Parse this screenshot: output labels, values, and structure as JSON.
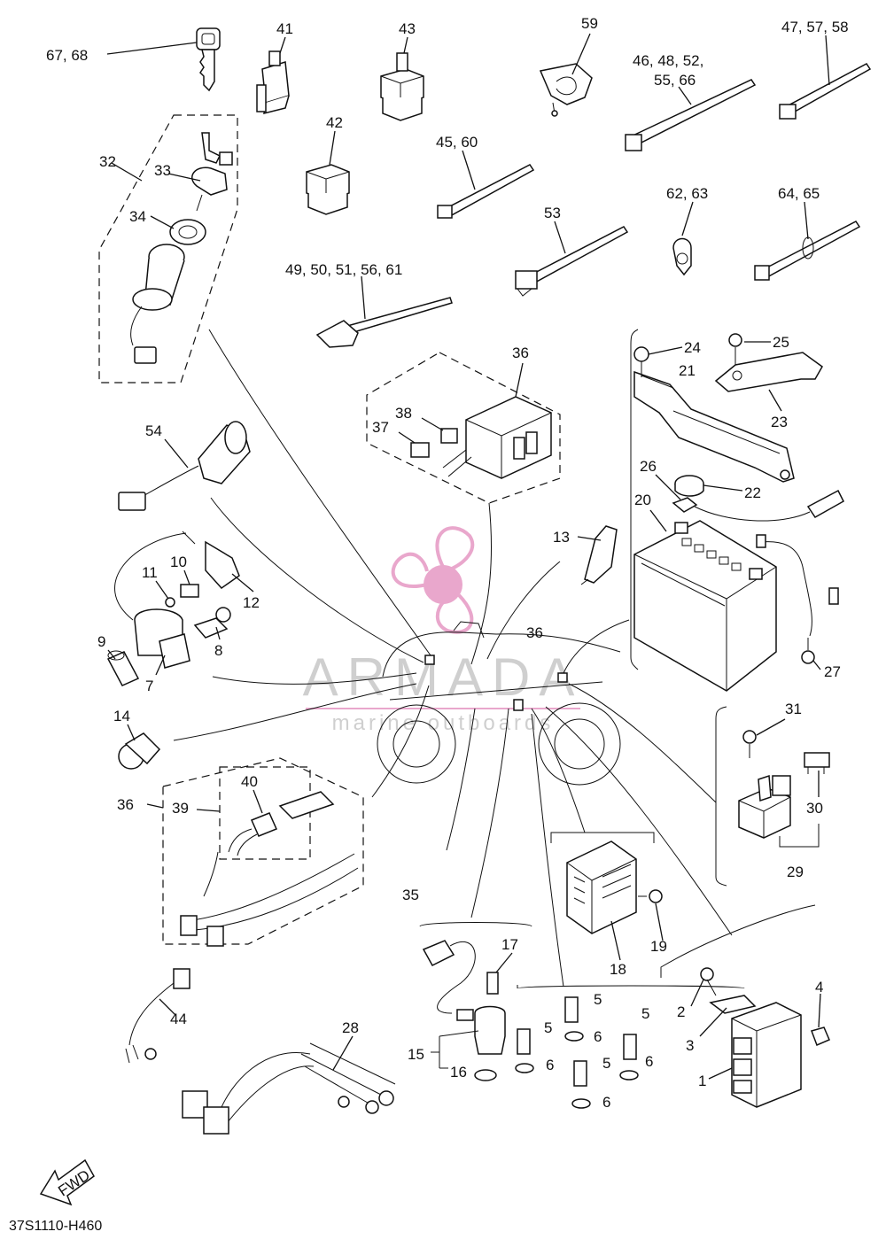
{
  "diagram": {
    "drawing_number": "37S1110-H460",
    "fwd_label": "FWD",
    "watermark": {
      "brand": "ARMADA",
      "tagline": "marine outboards",
      "color": "#e9a7cc"
    },
    "callouts": [
      "67, 68",
      "41",
      "43",
      "59",
      "46, 48, 52,",
      "55, 66",
      "47, 57, 58",
      "42",
      "45, 60",
      "32",
      "33",
      "34",
      "53",
      "62, 63",
      "64, 65",
      "49, 50, 51, 56, 61",
      "36",
      "24",
      "25",
      "21",
      "23",
      "38",
      "37",
      "54",
      "26",
      "22",
      "20",
      "13",
      "10",
      "11",
      "12",
      "9",
      "8",
      "7",
      "27",
      "14",
      "31",
      "40",
      "39",
      "30",
      "35",
      "29",
      "19",
      "18",
      "17",
      "5",
      "4",
      "2",
      "6",
      "3",
      "44",
      "28",
      "15",
      "16",
      "1"
    ]
  }
}
